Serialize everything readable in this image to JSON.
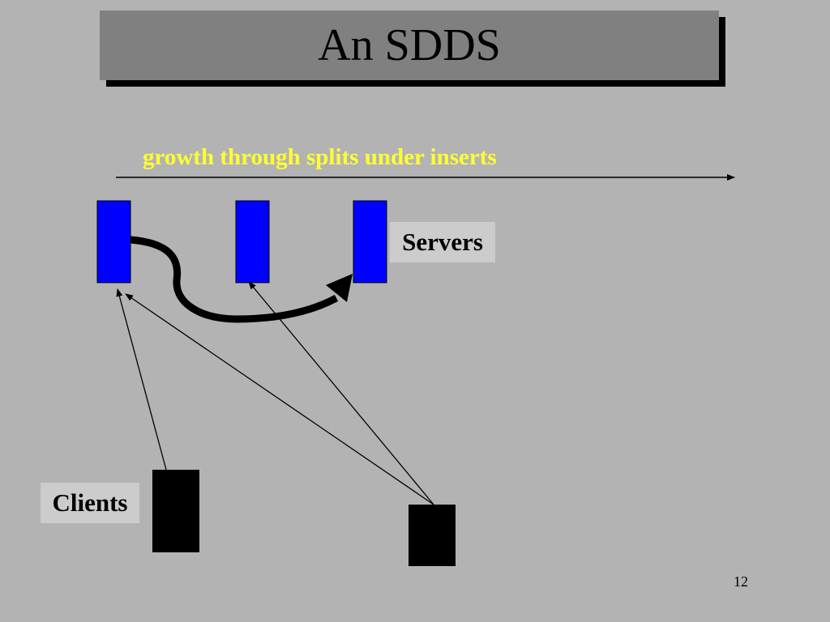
{
  "slide": {
    "title": "An SDDS",
    "subtitle": "growth through splits under inserts",
    "servers_label": "Servers",
    "clients_label": "Clients",
    "page_number": "12"
  },
  "colors": {
    "background": "#b3b3b3",
    "title_box": "#808080",
    "subtitle": "#ffff33",
    "server": "#0000ff",
    "client": "#000000",
    "label_box": "#cccccc"
  }
}
